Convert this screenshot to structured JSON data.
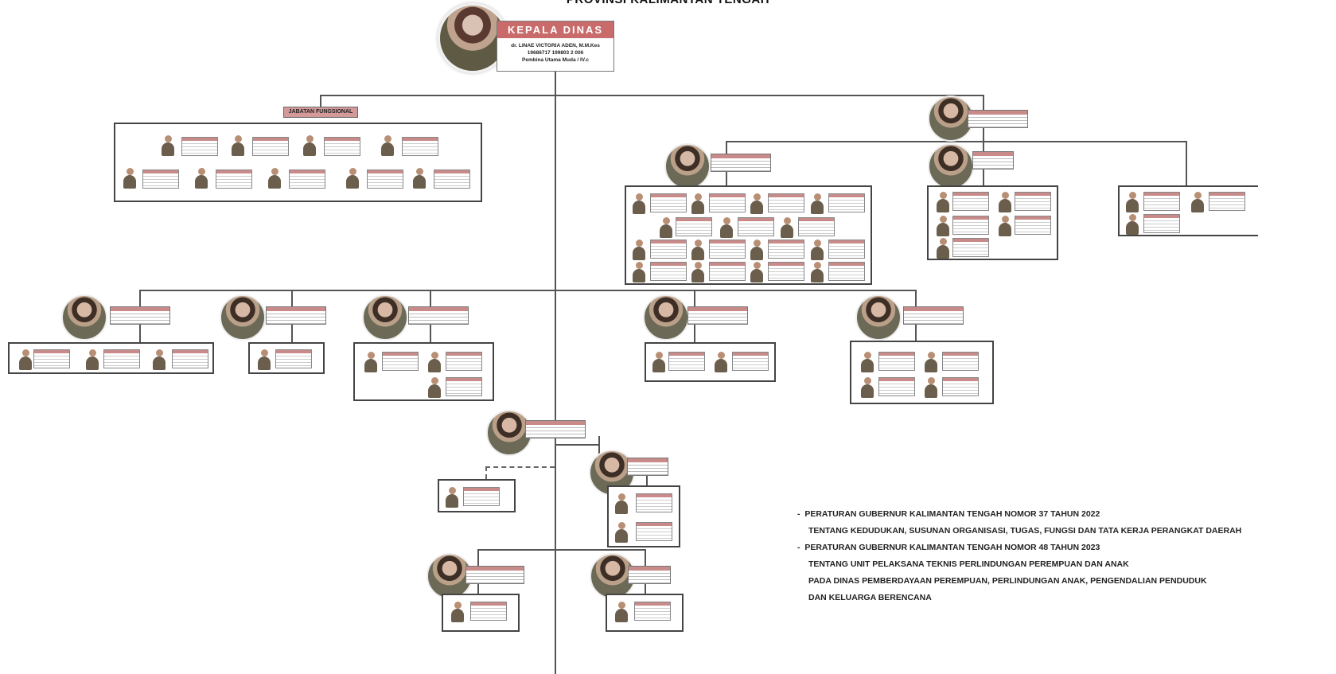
{
  "title": "PROVINSI KALIMANTAN TENGAH",
  "head": {
    "title": "KEPALA DINAS",
    "name": "dr. LINAE VICTORIA ADEN, M.M.Kes",
    "nip": "19686717 199803 2 006",
    "rank": "Pembina Utama Muda / IV.c"
  },
  "functional_label": "JABATAN FUNGSIONAL",
  "regulations": [
    "PERATURAN GUBERNUR KALIMANTAN TENGAH NOMOR 37 TAHUN 2022",
    "TENTANG KEDUDUKAN, SUSUNAN ORGANISASI, TUGAS, FUNGSI DAN TATA KERJA PERANGKAT DAERAH",
    "PERATURAN GUBERNUR KALIMANTAN TENGAH NOMOR 48 TAHUN 2023",
    "TENTANG UNIT PELAKSANA TEKNIS PERLINDUNGAN PEREMPUAN DAN ANAK",
    "PADA DINAS PEMBERDAYAAN PEREMPUAN, PERLINDUNGAN ANAK, PENGENDALIAN PENDUDUK",
    "DAN KELUARGA BERENCANA"
  ],
  "colors": {
    "accent": "#c96b6b",
    "line": "#555555"
  }
}
